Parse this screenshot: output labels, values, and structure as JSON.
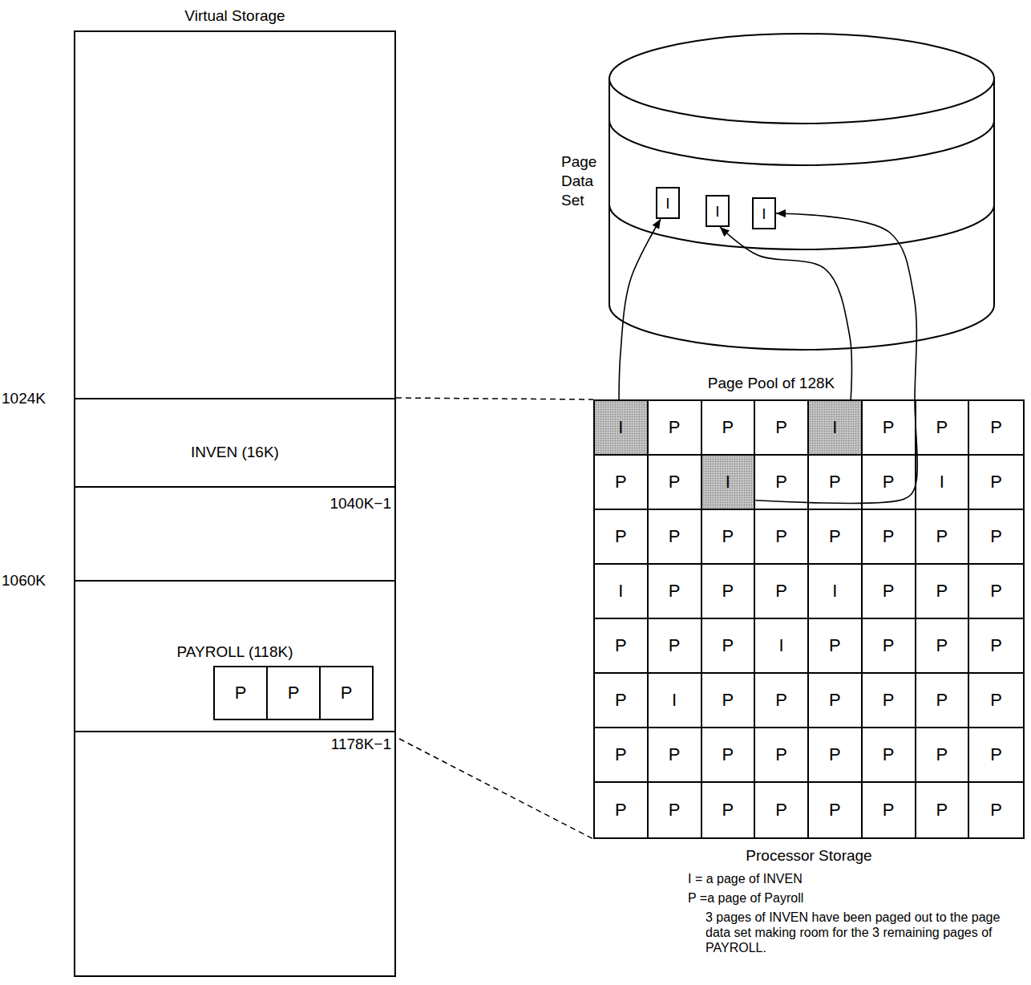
{
  "diagram": {
    "nodes": [
      {
        "text": [
          "Virtual Storage"
        ]
      },
      {
        "text": [
          "INVEN (16K)"
        ],
        "in": 0
      },
      {
        "text": [
          "PAYROLL (118K)"
        ],
        "in": 0
      },
      {
        "text": [
          "P"
        ],
        "in": 2
      },
      {
        "text": [
          "P"
        ],
        "in": 2
      },
      {
        "text": [
          "P"
        ],
        "in": 2
      },
      {
        "text": [
          "Page Data Set"
        ]
      },
      {
        "text": [
          "I"
        ],
        "in": 6
      },
      {
        "text": [
          "I"
        ],
        "in": 6
      },
      {
        "text": [
          "I"
        ],
        "in": 6
      },
      {
        "text": [
          "Page Pool of 128K",
          "Processor Storage"
        ]
      },
      {
        "text": [
          "I"
        ],
        "in": 10
      },
      {
        "text": [
          "P"
        ],
        "in": 10
      },
      {
        "text": [
          "P"
        ],
        "in": 10
      },
      {
        "text": [
          "P"
        ],
        "in": 10
      },
      {
        "text": [
          "I"
        ],
        "in": 10
      },
      {
        "text": [
          "P"
        ],
        "in": 10
      },
      {
        "text": [
          "P"
        ],
        "in": 10
      },
      {
        "text": [
          "P"
        ],
        "in": 10
      },
      {
        "text": [
          "P"
        ],
        "in": 10
      },
      {
        "text": [
          "P"
        ],
        "in": 10
      },
      {
        "text": [
          "I"
        ],
        "in": 10
      },
      {
        "text": [
          "P"
        ],
        "in": 10
      },
      {
        "text": [
          "P"
        ],
        "in": 10
      },
      {
        "text": [
          "P"
        ],
        "in": 10
      },
      {
        "text": [
          "I"
        ],
        "in": 10
      },
      {
        "text": [
          "P"
        ],
        "in": 10
      },
      {
        "text": [
          "P"
        ],
        "in": 10
      },
      {
        "text": [
          "P"
        ],
        "in": 10
      },
      {
        "text": [
          "P"
        ],
        "in": 10
      },
      {
        "text": [
          "P"
        ],
        "in": 10
      },
      {
        "text": [
          "P"
        ],
        "in": 10
      },
      {
        "text": [
          "P"
        ],
        "in": 10
      },
      {
        "text": [
          "P"
        ],
        "in": 10
      },
      {
        "text": [
          "P"
        ],
        "in": 10
      },
      {
        "text": [
          "I"
        ],
        "in": 10
      },
      {
        "text": [
          "P"
        ],
        "in": 10
      },
      {
        "text": [
          "P"
        ],
        "in": 10
      },
      {
        "text": [
          "P"
        ],
        "in": 10
      },
      {
        "text": [
          "I"
        ],
        "in": 10
      },
      {
        "text": [
          "P"
        ],
        "in": 10
      },
      {
        "text": [
          "P"
        ],
        "in": 10
      },
      {
        "text": [
          "P"
        ],
        "in": 10
      },
      {
        "text": [
          "P"
        ],
        "in": 10
      },
      {
        "text": [
          "P"
        ],
        "in": 10
      },
      {
        "text": [
          "P"
        ],
        "in": 10
      },
      {
        "text": [
          "I"
        ],
        "in": 10
      },
      {
        "text": [
          "P"
        ],
        "in": 10
      },
      {
        "text": [
          "P"
        ],
        "in": 10
      },
      {
        "text": [
          "P"
        ],
        "in": 10
      },
      {
        "text": [
          "P"
        ],
        "in": 10
      },
      {
        "text": [
          "P"
        ],
        "in": 10
      },
      {
        "text": [
          "I"
        ],
        "in": 10
      },
      {
        "text": [
          "P"
        ],
        "in": 10
      },
      {
        "text": [
          "P"
        ],
        "in": 10
      },
      {
        "text": [
          "P"
        ],
        "in": 10
      },
      {
        "text": [
          "P"
        ],
        "in": 10
      },
      {
        "text": [
          "P"
        ],
        "in": 10
      },
      {
        "text": [
          "P"
        ],
        "in": 10
      },
      {
        "text": [
          "P"
        ],
        "in": 10
      },
      {
        "text": [
          "P"
        ],
        "in": 10
      },
      {
        "text": [
          "P"
        ],
        "in": 10
      },
      {
        "text": [
          "P"
        ],
        "in": 10
      },
      {
        "text": [
          "P"
        ],
        "in": 10
      },
      {
        "text": [
          "P"
        ],
        "in": 10
      },
      {
        "text": [
          "P"
        ],
        "in": 10
      },
      {
        "text": [
          "P"
        ],
        "in": 10
      },
      {
        "text": [
          "P"
        ],
        "in": 10
      },
      {
        "text": [
          "P"
        ],
        "in": 10
      },
      {
        "text": [
          "P"
        ],
        "in": 10
      },
      {
        "text": [
          "P"
        ],
        "in": 10
      },
      {
        "text": [
          "P"
        ],
        "in": 10
      },
      {
        "text": [
          "P"
        ],
        "in": 10
      },
      {
        "text": [
          "P"
        ],
        "in": 10
      },
      {
        "text": [
          "P"
        ],
        "in": 10
      }
    ],
    "edges": [
      {
        "from": 11,
        "to": 7,
        "arrow": "to"
      },
      {
        "from": 15,
        "to": 8,
        "arrow": "to"
      },
      {
        "from": 21,
        "to": 9,
        "arrow": "to"
      }
    ],
    "labels": [
      "1024K",
      "1040K−1",
      "1060K",
      "1178K−1",
      "I = a page of INVEN",
      "P =a page of Payroll",
      "3 pages of INVEN have been paged out to the page data set making room for the 3 remaining pages of PAYROLL."
    ]
  }
}
